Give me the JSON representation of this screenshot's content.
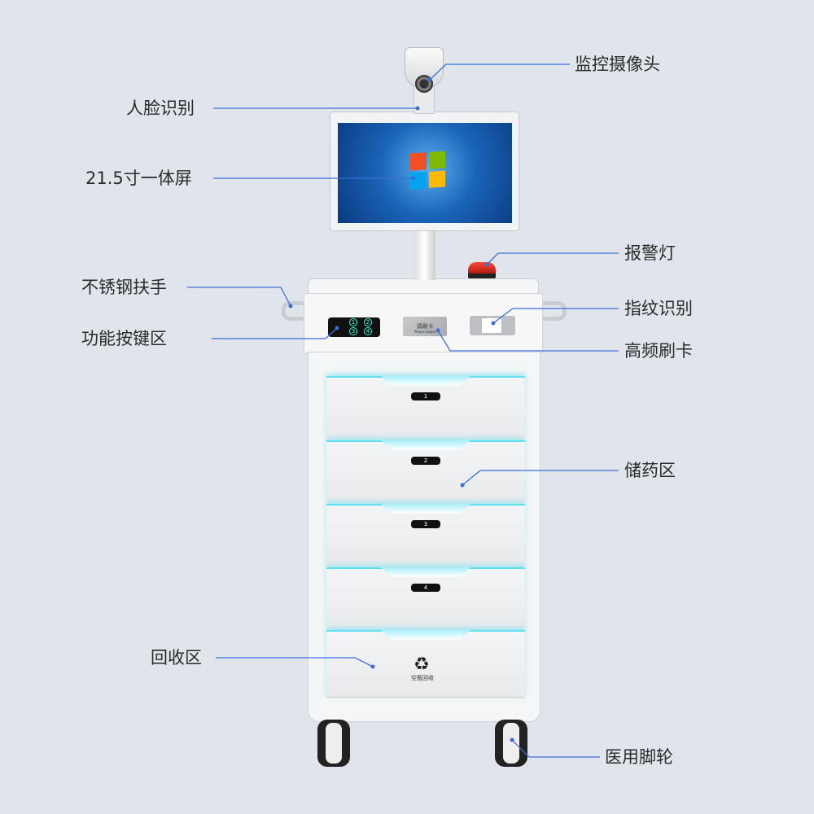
{
  "labels": {
    "camera": "监控摄像头",
    "face": "人脸识别",
    "screen": "21.5寸一体屏",
    "alarm": "报警灯",
    "handle": "不锈钢扶手",
    "keypad": "功能按键区",
    "fingerprint": "指纹识别",
    "card": "高频刷卡",
    "storage": "储药区",
    "recycle": "回收区",
    "wheel": "医用脚轮"
  },
  "device": {
    "keypad_keys": [
      "1",
      "2",
      "3",
      "4"
    ],
    "card_reader_text": "请刷卡",
    "card_reader_subtext": "Please Swipe",
    "drawers": [
      "1",
      "2",
      "3",
      "4"
    ],
    "recycle_text": "空瓶回收"
  },
  "colors": {
    "line": "#3a6fd8",
    "background": "#e0e4eb",
    "glow": "#5fe0f0"
  }
}
